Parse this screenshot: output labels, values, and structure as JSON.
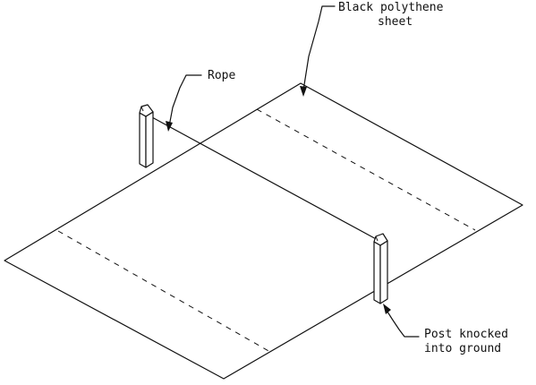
{
  "labels": {
    "sheet_line1": "Black polythene",
    "sheet_line2": "sheet",
    "rope": "Rope",
    "post_line1": "Post knocked",
    "post_line2": "into ground"
  }
}
